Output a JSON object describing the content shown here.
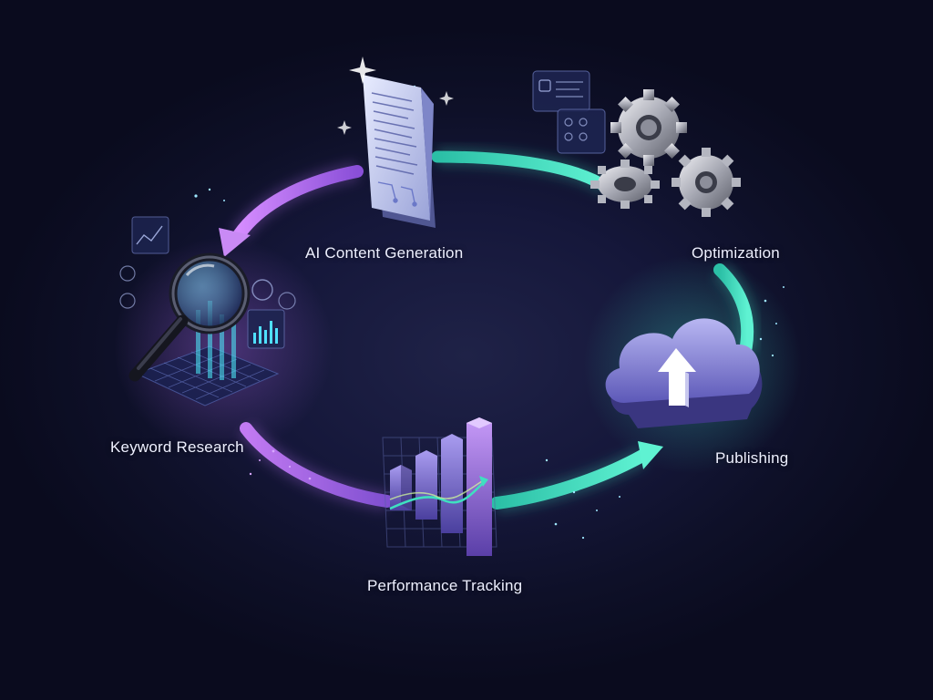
{
  "nodes": [
    {
      "id": "ai-content-generation",
      "label": "AI Content Generation",
      "icon": "document-icon"
    },
    {
      "id": "optimization",
      "label": "Optimization",
      "icon": "gears-icon"
    },
    {
      "id": "publishing",
      "label": "Publishing",
      "icon": "cloud-upload-icon"
    },
    {
      "id": "performance-tracking",
      "label": "Performance Tracking",
      "icon": "bar-chart-icon"
    },
    {
      "id": "keyword-research",
      "label": "Keyword Research",
      "icon": "magnifier-icon"
    }
  ],
  "colors": {
    "background": "#0d0f24",
    "teal_flow": "#3fe0c0",
    "purple_flow": "#b46cf0",
    "label": "#eef0ff"
  }
}
